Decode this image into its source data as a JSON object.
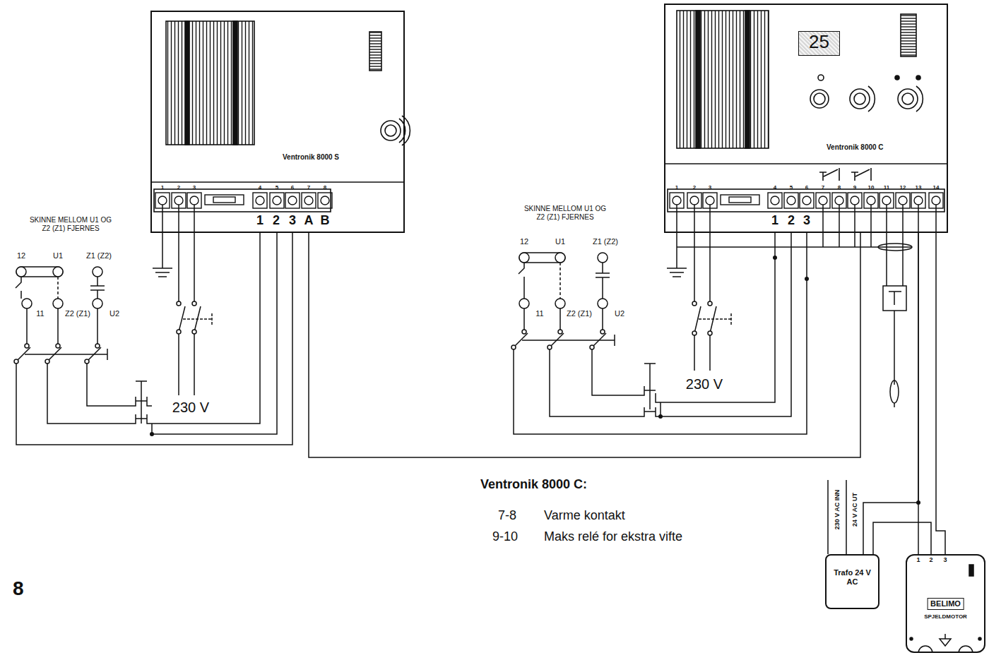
{
  "diagram": {
    "nodes": [
      {
        "text": [
          "Ventronik 8000 S"
        ]
      },
      {
        "text": [
          "Ventronik 8000 C"
        ]
      },
      {
        "text": [
          "25"
        ],
        "in": 1
      },
      {
        "text": [
          "Trafo 24 V AC"
        ]
      },
      {
        "text": [
          "BELIMO",
          "SPJELDMOTOR"
        ]
      }
    ],
    "edges": [
      {
        "from": 0,
        "to": 1,
        "arrow": "none"
      },
      {
        "from": 1,
        "to": 4,
        "arrow": "none"
      },
      {
        "from": 1,
        "to": 3,
        "arrow": "none"
      },
      {
        "from": 1,
        "to": 4,
        "arrow": "none"
      },
      {
        "from": 3,
        "to": 4,
        "arrow": "none"
      }
    ],
    "labels": [
      "1",
      "2",
      "3",
      "4",
      "5",
      "6",
      "7",
      "8",
      "1",
      "2",
      "3",
      "A",
      "B",
      "SKINNE MELLOM U1 OG Z2 (Z1) FJERNES",
      "12",
      "U1",
      "Z1 (Z2)",
      "11",
      "Z2 (Z1)",
      "U2",
      "230 V",
      "1",
      "2",
      "3",
      "4",
      "5",
      "6",
      "7",
      "8",
      "9",
      "10",
      "11",
      "12",
      "13",
      "14",
      "1",
      "2",
      "3",
      "SKINNE MELLOM U1 OG Z2 (Z1) FJERNES",
      "12",
      "U1",
      "Z1 (Z2)",
      "11",
      "Z2 (Z1)",
      "U2",
      "230 V",
      "230 V AC INN",
      "24 V AC UT",
      "1",
      "2",
      "3",
      "Ventronik 8000 C:",
      "7-8",
      "Varme kontakt",
      "9-10",
      "Maks relé for ekstra vifte",
      "8"
    ]
  }
}
